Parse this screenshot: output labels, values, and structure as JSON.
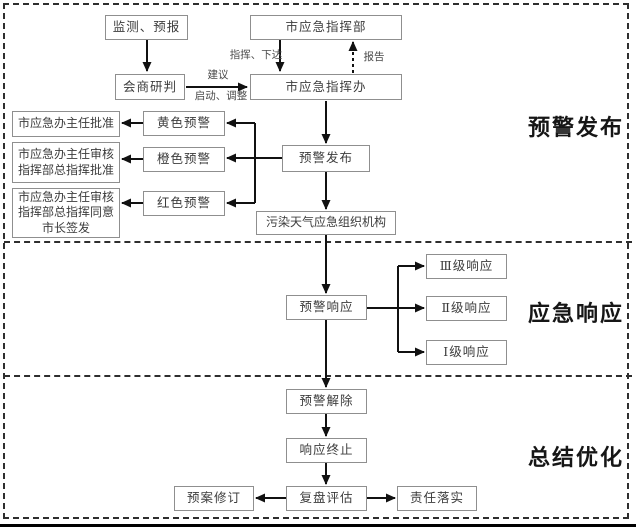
{
  "sections": [
    {
      "id": "warning-release",
      "label": "预警发布"
    },
    {
      "id": "emergency-response",
      "label": "应急响应"
    },
    {
      "id": "summary-optimization",
      "label": "总结优化"
    }
  ],
  "nodes": {
    "monitor": "监测、预报",
    "command_hq": "市应急指挥部",
    "consultation": "会商研判",
    "command_office": "市应急指挥办",
    "approval_yellow": "市应急办主任批准",
    "approval_orange": "市应急办主任审核\n指挥部总指挥批准",
    "approval_red": "市应急办主任审核\n指挥部总指挥同意\n市长签发",
    "yellow_warning": "黄色预警",
    "orange_warning": "橙色预警",
    "red_warning": "红色预警",
    "warning_release": "预警发布",
    "emergency_org": "污染天气应急组织机构",
    "warning_response": "预警响应",
    "level3_response": "Ⅲ级响应",
    "level2_response": "Ⅱ级响应",
    "level1_response": "Ⅰ级响应",
    "warning_lift": "预警解除",
    "response_termination": "响应终止",
    "review_evaluation": "复盘评估",
    "plan_revision": "预案修订",
    "responsibility_implementation": "责任落实"
  },
  "edge_labels": {
    "command_issue": "指挥、下达",
    "report": "报告",
    "suggestion": "建议",
    "start_adjust": "启动、调整"
  },
  "colors": {
    "line": "#111111",
    "box_border": "#8f8f8f",
    "text": "#3c3c3c",
    "frame": "#2e2e2e"
  }
}
